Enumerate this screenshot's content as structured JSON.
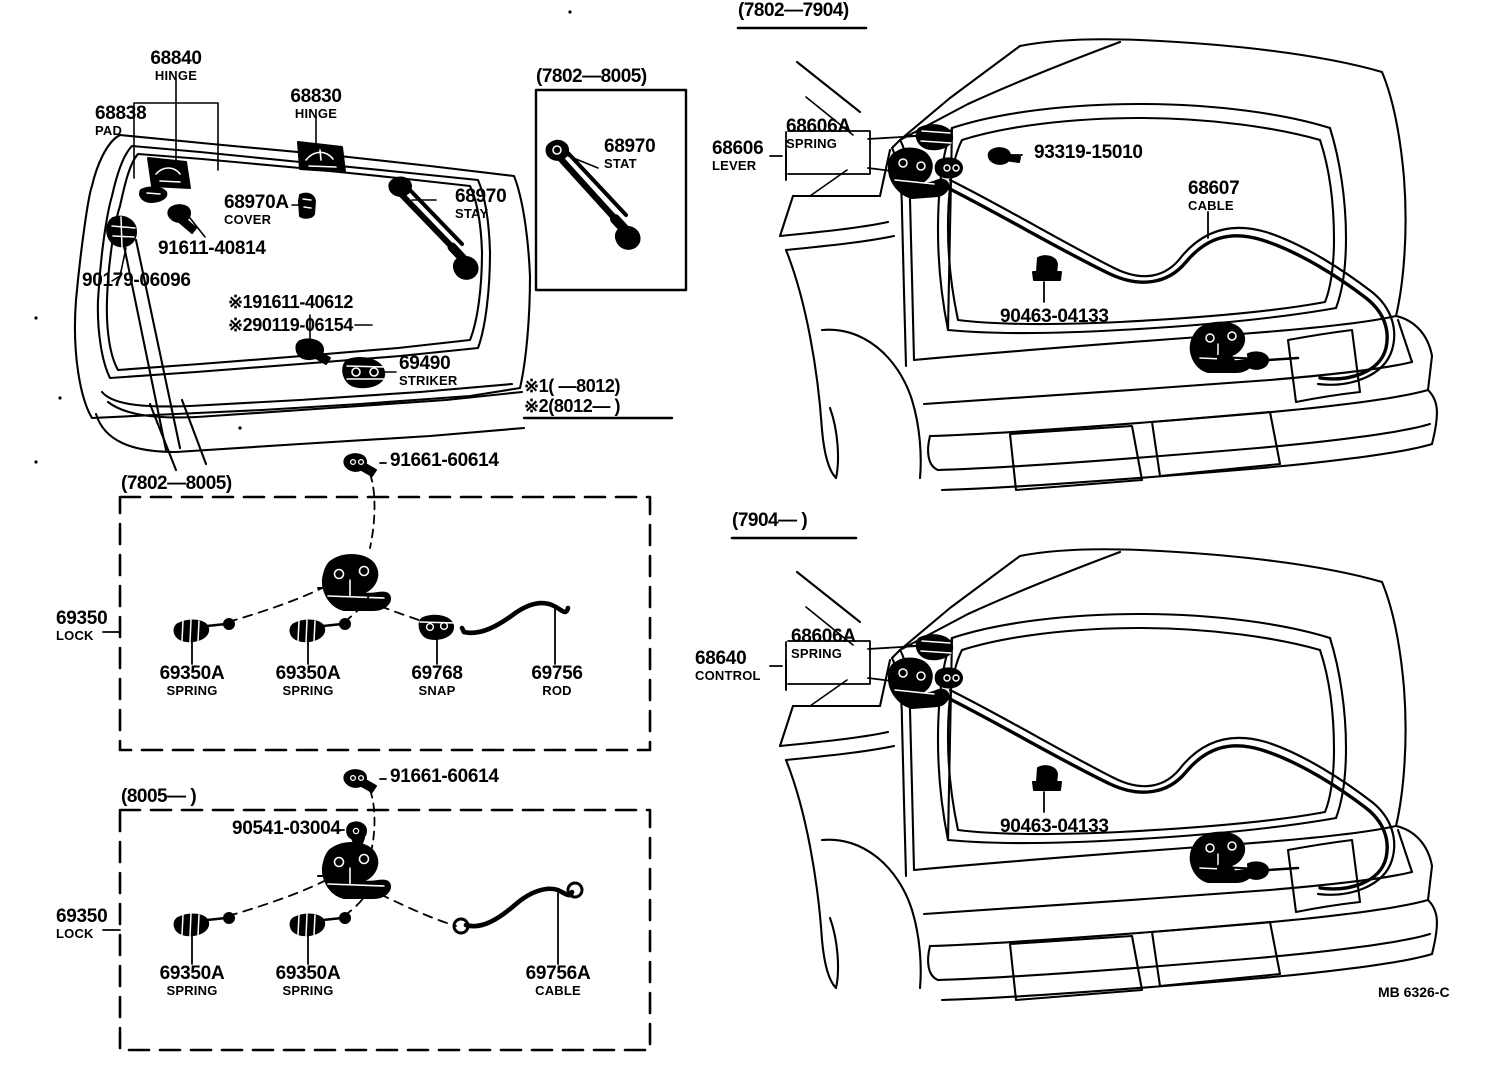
{
  "diagram": {
    "title": "Back Door Lock & Hinge Parts Diagram",
    "sheet_code": "MB 6326-C"
  },
  "sections": {
    "stay_box_header": "(7802—8005)",
    "upper_right_header": "(7802—7904)",
    "lower_right_header": "(7904—        )",
    "lock_box1_header": "(7802—8005)",
    "lock_box2_header": "(8005—        )"
  },
  "notes": {
    "mark1_inline": "※191611-40612",
    "mark2_inline": "※290119-06154",
    "mark1_range": "※1(        —8012)",
    "mark2_range": "※2(8012—        )"
  },
  "labels": {
    "hinge_68840": {
      "pn": "68840",
      "nm": "HINGE"
    },
    "pad_68838": {
      "pn": "68838",
      "nm": "PAD"
    },
    "hinge_68830": {
      "pn": "68830",
      "nm": "HINGE"
    },
    "cover_68970a": {
      "pn": "68970A",
      "nm": "COVER"
    },
    "stay_68970": {
      "pn": "68970",
      "nm": "STAY"
    },
    "stat_68970": {
      "pn": "68970",
      "nm": "STAT"
    },
    "bolt_91611_40814": {
      "pn": "91611-40814",
      "nm": ""
    },
    "clip_90179_06096": {
      "pn": "90179-06096",
      "nm": ""
    },
    "striker_69490": {
      "pn": "69490",
      "nm": "STRIKER"
    },
    "lever_68606": {
      "pn": "68606",
      "nm": "LEVER"
    },
    "spring_68606a_top": {
      "pn": "68606A",
      "nm": "SPRING"
    },
    "screw_93319_15010": {
      "pn": "93319-15010",
      "nm": ""
    },
    "cable_68607": {
      "pn": "68607",
      "nm": "CABLE"
    },
    "clamp_90463_04133_top": {
      "pn": "90463-04133",
      "nm": ""
    },
    "control_68640": {
      "pn": "68640",
      "nm": "CONTROL"
    },
    "spring_68606a_bottom": {
      "pn": "68606A",
      "nm": "SPRING"
    },
    "clamp_90463_04133_bottom": {
      "pn": "90463-04133",
      "nm": ""
    },
    "lock_69350_box1": {
      "pn": "69350",
      "nm": "LOCK"
    },
    "lock_69350_box2": {
      "pn": "69350",
      "nm": "LOCK"
    },
    "screw_91661_60614_box1": {
      "pn": "91661-60614",
      "nm": ""
    },
    "screw_91661_60614_box2": {
      "pn": "91661-60614",
      "nm": ""
    },
    "nut_90541_03004": {
      "pn": "90541-03004",
      "nm": ""
    },
    "spring_69350a_b1_1": {
      "pn": "69350A",
      "nm": "SPRING"
    },
    "spring_69350a_b1_2": {
      "pn": "69350A",
      "nm": "SPRING"
    },
    "snap_69768": {
      "pn": "69768",
      "nm": "SNAP"
    },
    "rod_69756": {
      "pn": "69756",
      "nm": "ROD"
    },
    "spring_69350a_b2_1": {
      "pn": "69350A",
      "nm": "SPRING"
    },
    "spring_69350a_b2_2": {
      "pn": "69350A",
      "nm": "SPRING"
    },
    "cable_69756a": {
      "pn": "69756A",
      "nm": "CABLE"
    }
  }
}
